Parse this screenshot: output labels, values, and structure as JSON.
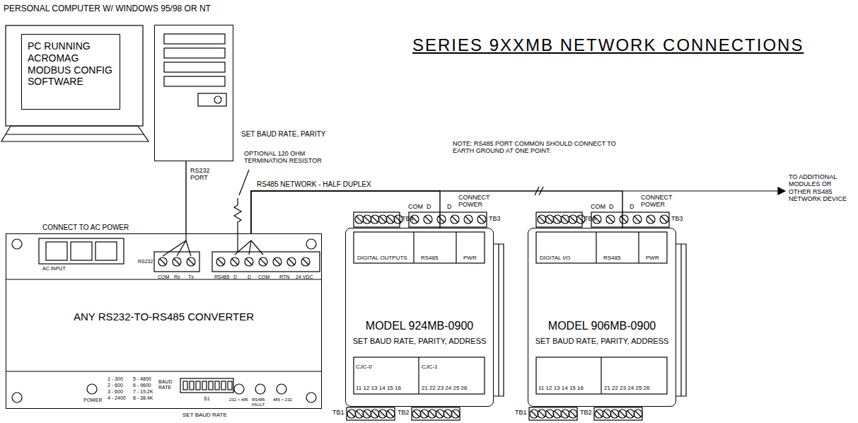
{
  "diagram": {
    "title": "SERIES 9XXMB NETWORK CONNECTIONS",
    "nodes": [
      {
        "text": [
          "PC RUNNING ACROMAG MODBUS CONFIG SOFTWARE"
        ]
      },
      {
        "text": [
          "SET BAUD RATE, PARITY"
        ]
      },
      {
        "text": [
          "ANY RS232-TO-RS485 CONVERTER"
        ]
      },
      {
        "text": [
          "MODEL 924MB-0900",
          "SET BAUD RATE, PARITY, ADDRESS"
        ]
      },
      {
        "text": [
          "MODEL 906MB-0900",
          "SET BAUD RATE, PARITY, ADDRESS"
        ]
      }
    ],
    "edges": [
      {
        "from": 1,
        "to": 2,
        "arrow": "none",
        "label": "RS232 PORT"
      },
      {
        "from": 2,
        "to": 3,
        "arrow": "none",
        "label": "RS485 NETWORK - HALF DUPLEX"
      },
      {
        "from": 2,
        "to": 4,
        "arrow": "none"
      }
    ],
    "labels": [
      "PERSONAL COMPUTER W/ WINDOWS 95/98 OR NT",
      "OPTIONAL 120 OHM TERMINATION RESISTOR",
      "NOTE: RS485 PORT COMMON SHOULD CONNECT TO EARTH GROUND AT ONE POINT.",
      "TO ADDITIONAL MODULES OR OTHER RS485 NETWORK DEVICE",
      "CONNECT TO AC POWER",
      "AC INPUT",
      "COM",
      "Rx",
      "Tx",
      "RS232",
      "RS485",
      "D",
      "D",
      "COM",
      "RTN",
      "24 VDC",
      "POWER",
      "1 - 300",
      "2 - 600",
      "3 - 600",
      "4 - 2400",
      "5 - 4800",
      "6 - 9600",
      "7 - 19.2K",
      "8 - 38.4K",
      "BAUD RATE",
      "S1",
      "SET BAUD RATE",
      "232 > 485",
      "RS485 FAULT",
      "485 > 232",
      "COM",
      "D",
      "D",
      "CONNECT POWER",
      "TB4",
      "TB3",
      "DIGITAL OUTPUTS",
      "RS485",
      "PWR",
      "CJC-0",
      "CJC-1",
      "11 12 13 14 15 16",
      "21 22 23 24 25 26",
      "TB1",
      "TB2",
      "COM",
      "D",
      "D",
      "CONNECT POWER",
      "TB4",
      "TB3",
      "DIGITAL I/O",
      "RS485",
      "PWR",
      "11 12 13 14 15 16",
      "21 22 23 24 25 26",
      "TB1",
      "TB2"
    ]
  }
}
